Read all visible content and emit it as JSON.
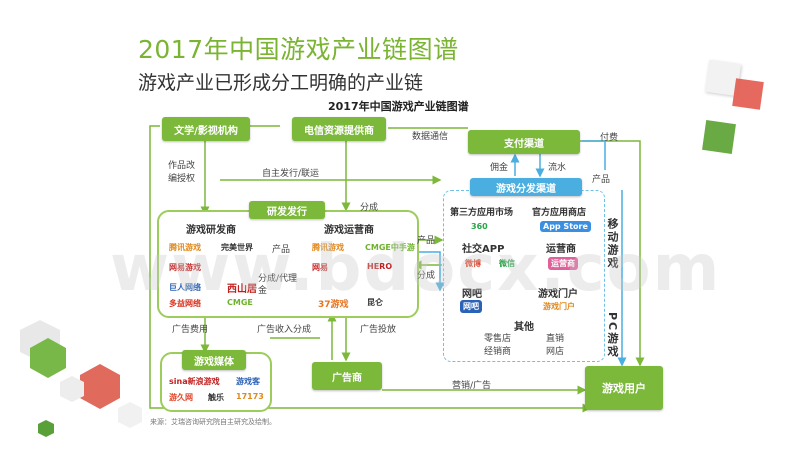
{
  "title": "2017年中国游戏产业链图谱",
  "subtitle": "游戏产业已形成分工明确的产业链",
  "diagram_title": "2017年中国游戏产业链图谱",
  "boxes": {
    "literature": "文学/影视机构",
    "telecom": "电信资源提供商",
    "payment": "支付渠道",
    "rd_publish": "研发发行",
    "developers": "游戏研发商",
    "operators": "游戏运营商",
    "distribution": "游戏分发渠道",
    "media": "游戏媒体",
    "ads": "广告商",
    "users": "游戏用户"
  },
  "labels": {
    "ip_license": "作品改编授权",
    "self_publish": "自主发行/联运",
    "revenue_share_top": "分成",
    "data_comm": "数据通信",
    "payment_fee": "付费",
    "commission": "佣金",
    "cash_flow": "流水",
    "product_left": "产品",
    "revenue_agent": "分成/代理金",
    "product_mid": "产品",
    "share_right": "分成",
    "product_right": "产品",
    "ad_fee": "广告费用",
    "ad_revenue_share": "广告收入分成",
    "ad_placement": "广告投放",
    "marketing_ads": "营销/广告"
  },
  "distribution_sections": {
    "third_party": "第三方应用市场",
    "official": "官方应用商店",
    "social": "社交APP",
    "carrier": "运营商",
    "internet_cafe": "网吧",
    "portal": "游戏门户",
    "others": "其他",
    "others_items": [
      "零售店",
      "直销",
      "经销商",
      "网店"
    ]
  },
  "side_labels": {
    "mobile": "移动游戏",
    "pc": "PC游戏"
  },
  "logos": {
    "developers": [
      "腾讯游戏",
      "完美世界",
      "网易游戏",
      "巨人网络",
      "多益网络",
      "西山居",
      "CMGE"
    ],
    "operators": [
      "腾讯游戏",
      "CMGE中手游",
      "HERO",
      "网易",
      "37游戏",
      "昆仑"
    ],
    "distribution": [
      "360",
      "App Store",
      "微博",
      "微信",
      "运营商",
      "网吧",
      "游戏门户"
    ],
    "media": [
      "sina新浪游戏",
      "游戏客",
      "游久网",
      "触乐",
      "17173"
    ]
  },
  "watermark": "www.bdocx.com",
  "source": "来源：艾瑞咨询研究院自主研究及绘制。",
  "colors": {
    "green": "#7cb83a",
    "blue": "#4aaee0",
    "title_green": "#7ab432"
  }
}
